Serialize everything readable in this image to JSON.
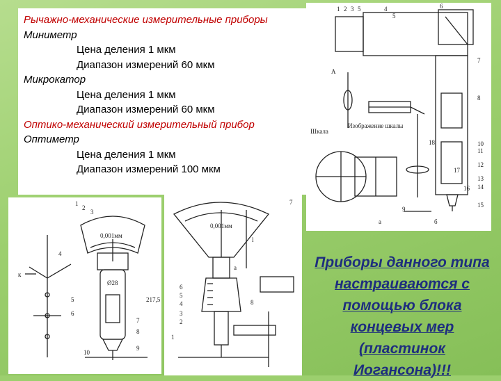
{
  "slide": {
    "lines": [
      {
        "style": "head",
        "text": "Рычажно-механические измерительные приборы"
      },
      {
        "style": "dev",
        "text": "Миниметр"
      },
      {
        "style": "spec",
        "text": "Цена деления 1 мкм"
      },
      {
        "style": "spec",
        "text": "Диапазон измерений 60 мкм"
      },
      {
        "style": "dev",
        "text": "Микрокатор"
      },
      {
        "style": "spec",
        "text": "Цена деления 1 мкм"
      },
      {
        "style": "spec",
        "text": "Диапазон измерений 60 мкм"
      },
      {
        "style": "head",
        "text": "Оптико-механический измерительный прибор"
      },
      {
        "style": "dev",
        "text": "Оптиметр"
      },
      {
        "style": "spec",
        "text": "Цена деления 1 мкм"
      },
      {
        "style": "spec",
        "text": "Диапазон измерений 100 мкм"
      }
    ],
    "note": "Приборы данного типа настраиваются с помощью блока концевых мер (пластинок Иогансона)!!!"
  },
  "figures": {
    "optimeter": {
      "labels": [
        "1",
        "2",
        "3",
        "5",
        "4",
        "5",
        "6",
        "7",
        "8",
        "9",
        "10",
        "11",
        "12",
        "13",
        "14",
        "15",
        "16",
        "17",
        "18",
        "Шкала",
        "Изображение шкалы",
        "а",
        "б",
        "А"
      ]
    },
    "minimeter": {
      "labels": [
        "1",
        "2",
        "3",
        "4",
        "5",
        "6",
        "7",
        "8",
        "9",
        "10",
        "Ø28",
        "217,5",
        "0,001мм",
        "к"
      ]
    },
    "microkator": {
      "labels": [
        "1",
        "2",
        "3",
        "4",
        "5",
        "6",
        "7",
        "8",
        "0,001мм",
        "а",
        "l"
      ]
    }
  }
}
